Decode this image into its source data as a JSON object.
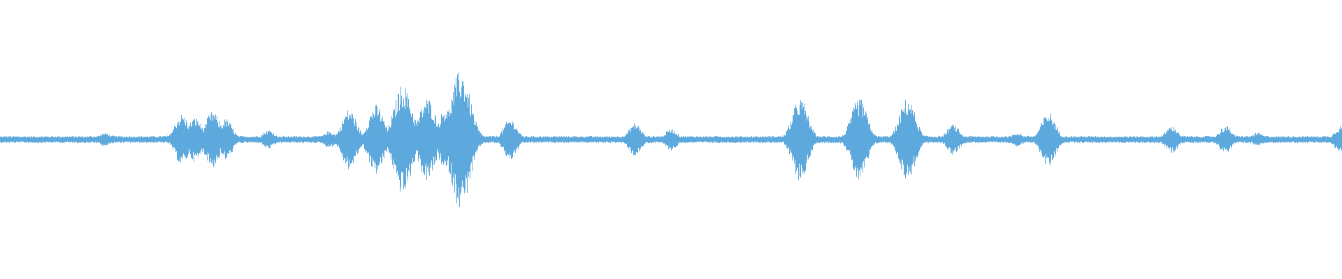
{
  "waveform": {
    "color": "#5DA9DD",
    "background": "#ffffff",
    "baseline_amplitude": 0.025,
    "events": [
      {
        "t": 0.078,
        "amp": 0.05
      },
      {
        "t": 0.135,
        "amp": 0.18
      },
      {
        "t": 0.145,
        "amp": 0.16
      },
      {
        "t": 0.158,
        "amp": 0.2
      },
      {
        "t": 0.168,
        "amp": 0.15
      },
      {
        "t": 0.2,
        "amp": 0.07
      },
      {
        "t": 0.245,
        "amp": 0.06
      },
      {
        "t": 0.26,
        "amp": 0.22
      },
      {
        "t": 0.28,
        "amp": 0.25
      },
      {
        "t": 0.3,
        "amp": 0.4
      },
      {
        "t": 0.318,
        "amp": 0.3
      },
      {
        "t": 0.332,
        "amp": 0.22
      },
      {
        "t": 0.343,
        "amp": 0.5
      },
      {
        "t": 0.38,
        "amp": 0.15
      },
      {
        "t": 0.473,
        "amp": 0.12
      },
      {
        "t": 0.5,
        "amp": 0.08
      },
      {
        "t": 0.596,
        "amp": 0.3
      },
      {
        "t": 0.64,
        "amp": 0.3
      },
      {
        "t": 0.676,
        "amp": 0.3
      },
      {
        "t": 0.71,
        "amp": 0.11
      },
      {
        "t": 0.758,
        "amp": 0.05
      },
      {
        "t": 0.781,
        "amp": 0.2
      },
      {
        "t": 0.873,
        "amp": 0.1
      },
      {
        "t": 0.913,
        "amp": 0.1
      },
      {
        "t": 0.937,
        "amp": 0.05
      },
      {
        "t": 0.999,
        "amp": 0.1
      }
    ]
  }
}
